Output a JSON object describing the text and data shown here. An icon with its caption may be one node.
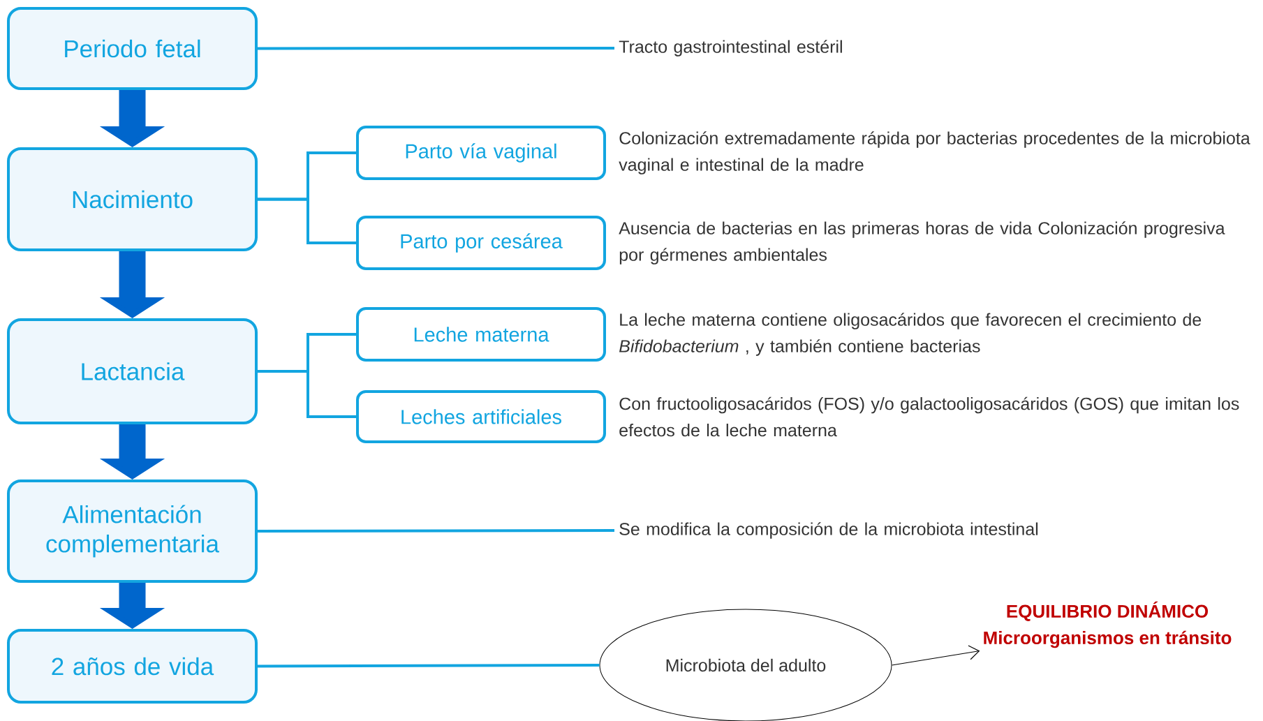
{
  "diagram": {
    "nodes": [
      {
        "text": [
          "Periodo fetal"
        ]
      },
      {
        "text": [
          "Nacimiento"
        ]
      },
      {
        "text": [
          "Lactancia"
        ]
      },
      {
        "text": [
          "Alimentación complementaria"
        ]
      },
      {
        "text": [
          "2 años de vida"
        ]
      },
      {
        "text": [
          "Parto vía vaginal"
        ],
        "beside": [
          "Colonización extremadamente rápida por bacterias procedentes de la microbiota vaginal e intestinal de la madre"
        ]
      },
      {
        "text": [
          "Parto por cesárea"
        ],
        "beside": [
          "Ausencia de bacterias en las primeras horas de vida Colonización progresiva por gérmenes ambientales"
        ]
      },
      {
        "text": [
          "Leche materna"
        ],
        "beside": [
          "La leche materna contiene oligosacáridos que favorecen el crecimiento de *Bifidobacterium* , y también contiene bacterias"
        ]
      },
      {
        "text": [
          "Leches artificiales"
        ],
        "beside": [
          "Con fructooligosacáridos (FOS) y/o galactooligosacáridos (GOS) que imitan los efectos de la leche materna"
        ]
      },
      {
        "text": [
          "Tracto gastrointestinal estéril"
        ]
      },
      {
        "text": [
          "Se modifica la composición de la microbiota intestinal"
        ]
      },
      {
        "text": [
          "Microbiota del adulto"
        ]
      },
      {
        "text": [
          "EQUILIBRIO DINÁMICO",
          "Microorganismos en tránsito"
        ]
      }
    ],
    "edges": [
      {
        "from": 0,
        "to": 1,
        "arrow": "to",
        "style": "thick",
        "color": "#0066cc"
      },
      {
        "from": 1,
        "to": 2,
        "arrow": "to",
        "style": "thick",
        "color": "#0066cc"
      },
      {
        "from": 2,
        "to": 3,
        "arrow": "to",
        "style": "thick",
        "color": "#0066cc"
      },
      {
        "from": 3,
        "to": 4,
        "arrow": "to",
        "style": "thick",
        "color": "#0066cc"
      },
      {
        "from": 0,
        "to": 9,
        "arrow": "none"
      },
      {
        "from": 1,
        "to": 5,
        "arrow": "none"
      },
      {
        "from": 1,
        "to": 6,
        "arrow": "none"
      },
      {
        "from": 2,
        "to": 7,
        "arrow": "none"
      },
      {
        "from": 2,
        "to": 8,
        "arrow": "none"
      },
      {
        "from": 3,
        "to": 10,
        "arrow": "none"
      },
      {
        "from": 4,
        "to": 11,
        "arrow": "none"
      },
      {
        "from": 11,
        "to": 12,
        "arrow": "to",
        "color": "#000000"
      }
    ]
  }
}
